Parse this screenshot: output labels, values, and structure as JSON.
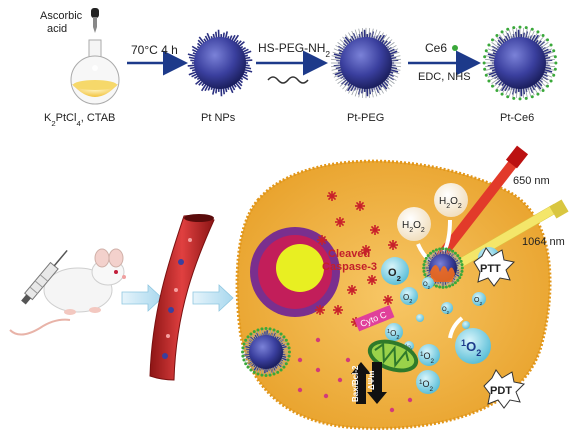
{
  "synthesis": {
    "reagent_top_line1": "Ascorbic",
    "reagent_top_line2": "acid",
    "flask_label": "K2PtCl4, CTAB",
    "step1_label": "70°C 4 h",
    "product1": "Pt NPs",
    "step2_label": "HS-PEG-NH2",
    "product2": "Pt-PEG",
    "step3_label_top": "Ce6",
    "step3_label_bottom": "EDC, NHS",
    "product3": "Pt-Ce6"
  },
  "mechanism": {
    "laser_red": "650 nm",
    "laser_yellow": "1064 nm",
    "h2o2_1": "H2O2",
    "h2o2_2": "H2O2",
    "cleaved_line1": "Cleaved",
    "cleaved_line2": "Caspase-3",
    "o2_labels": [
      "O2",
      "O2",
      "O2",
      "O2",
      "O2",
      "O2"
    ],
    "singlet_o2_labels": [
      "1O2",
      "1O2",
      "1O2",
      "1O2",
      "1O2"
    ],
    "ptt_badge": "PTT",
    "pdt_badge": "PDT",
    "cyto_c": "Cyto C",
    "bax_bcl2": "Bax/Bcl-2",
    "delta_psi": "ΔΨm"
  },
  "colors": {
    "cell": "#f4b63a",
    "cell_edge": "#e59a1f",
    "nucleus_outer": "#b5174f",
    "nucleus_inner": "#e8ef22",
    "vessel": "#c62a2a",
    "np_core": "#3a3f9e",
    "arrow_blue": "#1d3a8a",
    "laser_red": "#e23a2a",
    "laser_yellow": "#f4e66a",
    "o2_bubble": "#7dd3e6"
  }
}
